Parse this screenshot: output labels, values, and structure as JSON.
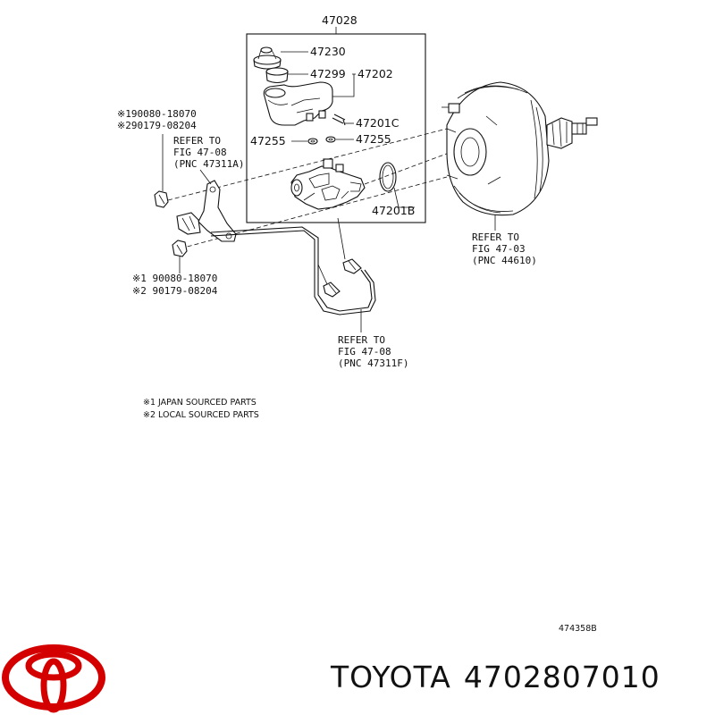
{
  "diagram": {
    "assembly_number": "47028",
    "parts": {
      "cap": "47230",
      "strainer": "47299",
      "reservoir": "47202",
      "connector": "47201C",
      "grommet_left": "47255",
      "grommet_right": "47255",
      "cylinder_seal": "47201B"
    },
    "bolt_top": {
      "line1": "※190080-18070",
      "line2": "※290179-08204"
    },
    "bolt_bottom": {
      "line1": "※1 90080-18070",
      "line2": "※2 90179-08204"
    },
    "ref_bracket": {
      "line1": "REFER TO",
      "line2": "FIG 47-08",
      "line3": "(PNC 47311A)"
    },
    "ref_booster": {
      "line1": "REFER TO",
      "line2": "FIG 47-03",
      "line3": "(PNC 44610)"
    },
    "ref_tube": {
      "line1": "REFER TO",
      "line2": "FIG 47-08",
      "line3": "(PNC 47311F)"
    },
    "notes": [
      "※1 JAPAN SOURCED PARTS",
      "※2 LOCAL SOURCED PARTS"
    ],
    "diagram_code": "474358B"
  },
  "footer": {
    "brand": "TOYOTA",
    "part_number": "4702807010",
    "logo_color": "#d40000"
  }
}
